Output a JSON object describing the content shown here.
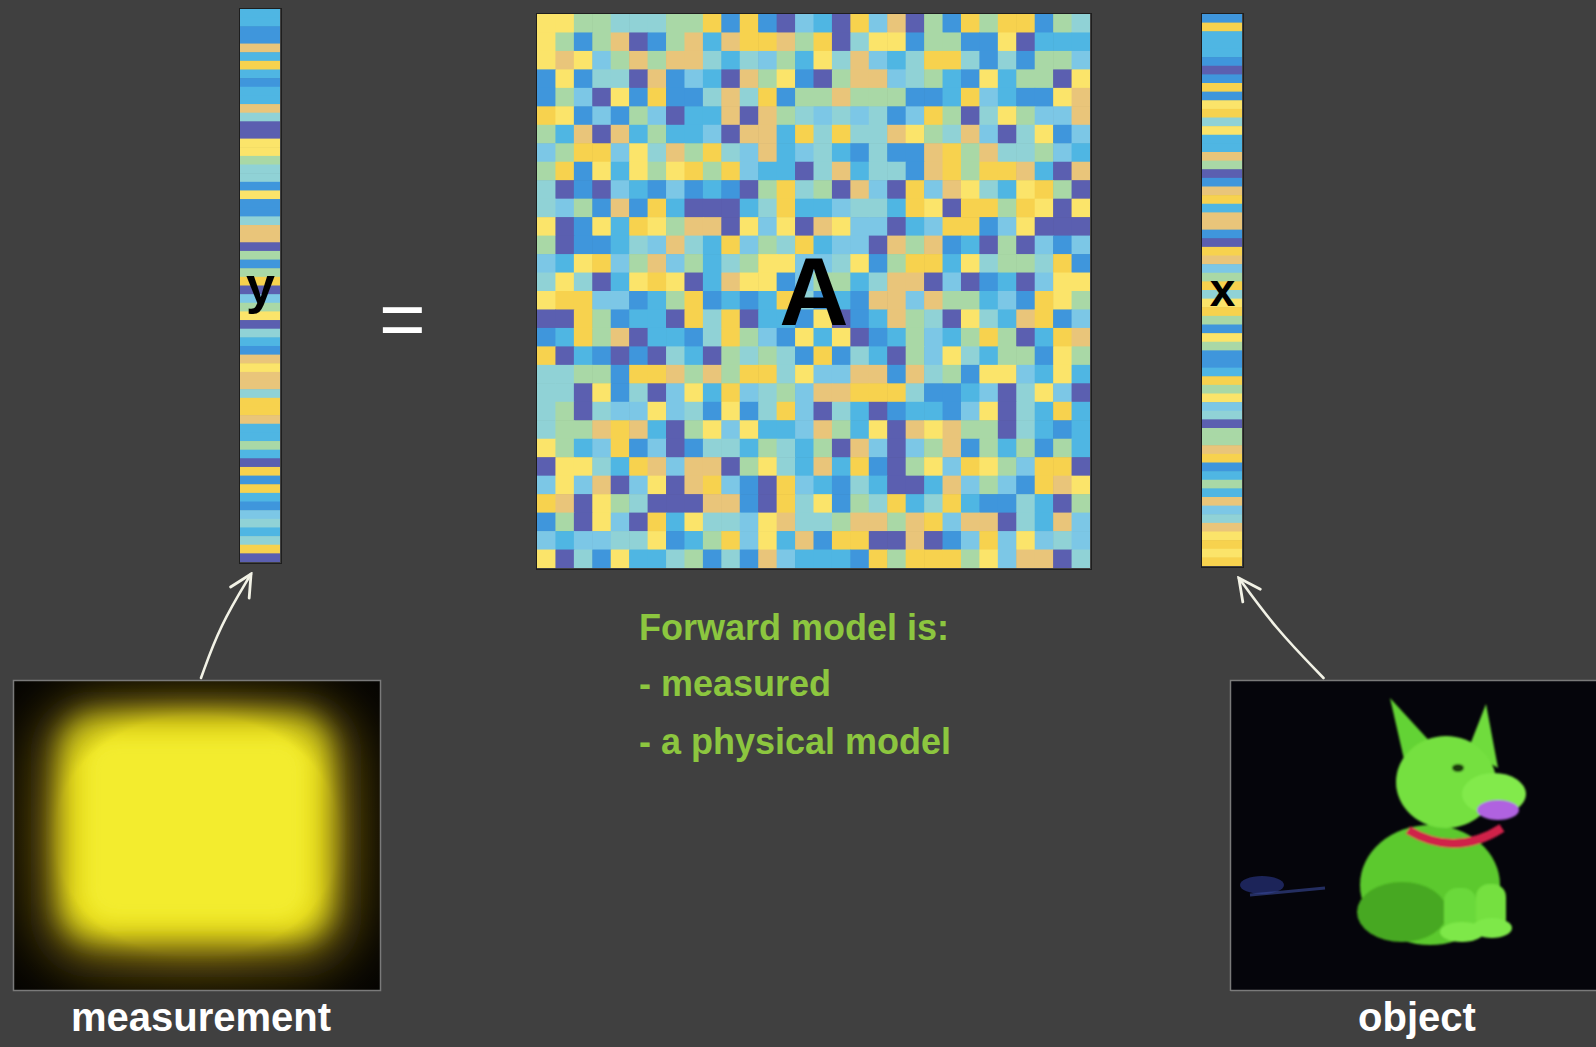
{
  "diagram": {
    "nodes": [
      {
        "text": [
          "y"
        ]
      },
      {
        "text": [
          "A"
        ]
      },
      {
        "text": [
          "x"
        ]
      },
      {
        "text": [
          "measurement"
        ]
      },
      {
        "text": [
          "object"
        ]
      }
    ],
    "edges": [
      {
        "from": 3,
        "to": 0,
        "arrow": "to"
      },
      {
        "from": 4,
        "to": 2,
        "arrow": "to"
      }
    ],
    "labels": [
      "=",
      "Forward model is:",
      "- measured",
      "- a physical model"
    ]
  }
}
